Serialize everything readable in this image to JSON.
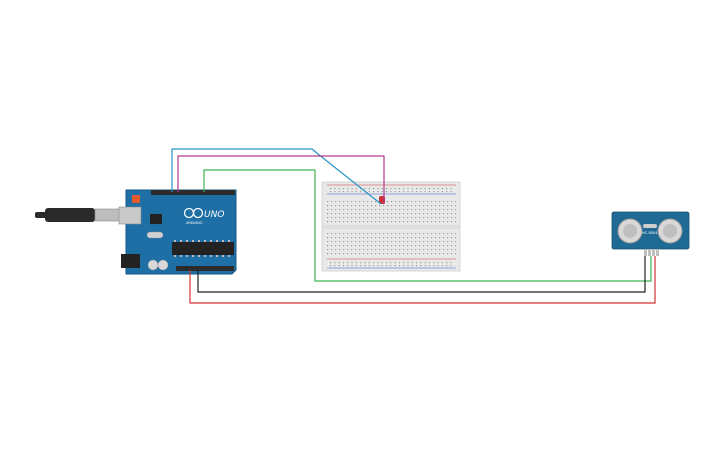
{
  "arduino": {
    "logo_text": "UNO",
    "brand_text": "ARDUINO"
  },
  "sensor": {
    "center_label": "HC-SR04"
  },
  "colors": {
    "board": "#1d6fa5",
    "board_edge": "#155a86",
    "header": "#2b2b2b",
    "breadboard": "#e9e9e9",
    "breadboard_hole": "#9a9a9a",
    "rail_red": "#d23b3b",
    "rail_blue": "#3b5bd2",
    "led": "#c83232",
    "wire_blue": "#2a95c9",
    "wire_magenta": "#b43a93",
    "wire_green": "#3fb34f",
    "wire_black": "#222222",
    "wire_red": "#d23232",
    "sensor_board": "#1f6a94",
    "sensor_can": "#d8d8d8",
    "usb_cable": "#2a2a2a",
    "usb_plug": "#bdbdbd"
  }
}
